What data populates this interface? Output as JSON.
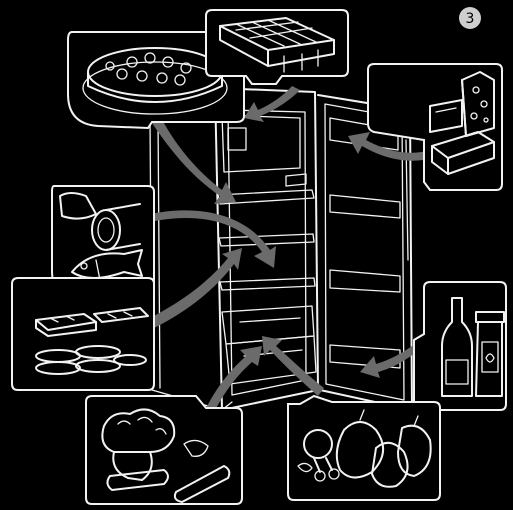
{
  "page_number": "3",
  "scene": {
    "background": "#000000",
    "line_color": "#f2f2f2",
    "arrow_color": "#6b6b6b",
    "panels": [
      "cake",
      "ice-cube-tray",
      "cheese-and-butter",
      "canned-fish",
      "frozen-foods",
      "wine-and-jars",
      "fruit",
      "vegetables"
    ]
  }
}
